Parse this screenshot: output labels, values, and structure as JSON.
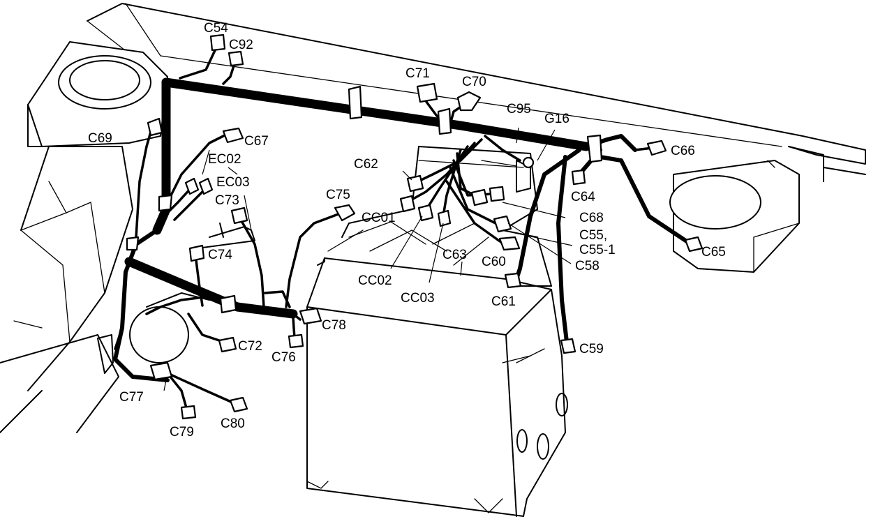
{
  "labels": {
    "C54": "C54",
    "C92": "C92",
    "C71": "C71",
    "C70": "C70",
    "C95": "C95",
    "G16": "G16",
    "C66": "C66",
    "C69": "C69",
    "C67": "C67",
    "EC02": "EC02",
    "EC03": "EC03",
    "C62": "C62",
    "C73": "C73",
    "C75": "C75",
    "CC01": "CC01",
    "C64": "C64",
    "C68": "C68",
    "C55": "C55,",
    "C55_1": "C55-1",
    "C65": "C65",
    "C74": "C74",
    "C63": "C63",
    "C60": "C60",
    "C58": "C58",
    "CC02": "CC02",
    "CC03": "CC03",
    "C61": "C61",
    "C78": "C78",
    "C72": "C72",
    "C76": "C76",
    "C59": "C59",
    "C77": "C77",
    "C79": "C79",
    "C80": "C80"
  },
  "colors": {
    "line": "#000000",
    "background": "#ffffff"
  }
}
